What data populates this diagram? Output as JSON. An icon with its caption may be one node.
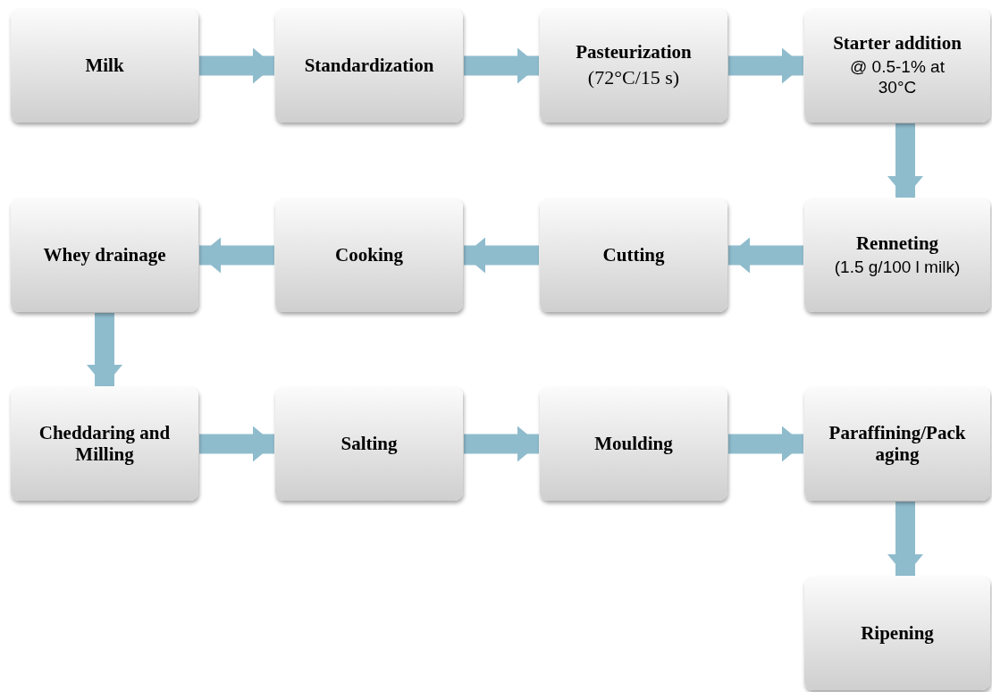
{
  "diagram": {
    "nodes": [
      {
        "text": [
          "Milk"
        ]
      },
      {
        "text": [
          "Standardization"
        ]
      },
      {
        "text": [
          "Pasteurization",
          "(72°C/15 s)"
        ]
      },
      {
        "text": [
          "Starter addition",
          "@ 0.5-1% at 30°C"
        ]
      },
      {
        "text": [
          "Renneting",
          "(1.5 g/100 l milk)"
        ]
      },
      {
        "text": [
          "Cutting"
        ]
      },
      {
        "text": [
          "Cooking"
        ]
      },
      {
        "text": [
          "Whey drainage"
        ]
      },
      {
        "text": [
          "Cheddaring and Milling"
        ]
      },
      {
        "text": [
          "Salting"
        ]
      },
      {
        "text": [
          "Moulding"
        ]
      },
      {
        "text": [
          "Paraffining/Packaging"
        ]
      },
      {
        "text": [
          "Ripening"
        ]
      }
    ],
    "edges": [
      {
        "from": 0,
        "to": 1,
        "arrow": "to"
      },
      {
        "from": 1,
        "to": 2,
        "arrow": "to"
      },
      {
        "from": 2,
        "to": 3,
        "arrow": "to"
      },
      {
        "from": 3,
        "to": 4,
        "arrow": "to"
      },
      {
        "from": 4,
        "to": 5,
        "arrow": "to"
      },
      {
        "from": 5,
        "to": 6,
        "arrow": "to"
      },
      {
        "from": 6,
        "to": 7,
        "arrow": "to"
      },
      {
        "from": 7,
        "to": 8,
        "arrow": "to"
      },
      {
        "from": 8,
        "to": 9,
        "arrow": "to"
      },
      {
        "from": 9,
        "to": 10,
        "arrow": "to"
      },
      {
        "from": 10,
        "to": 11,
        "arrow": "to"
      },
      {
        "from": 11,
        "to": 12,
        "arrow": "to"
      }
    ]
  }
}
